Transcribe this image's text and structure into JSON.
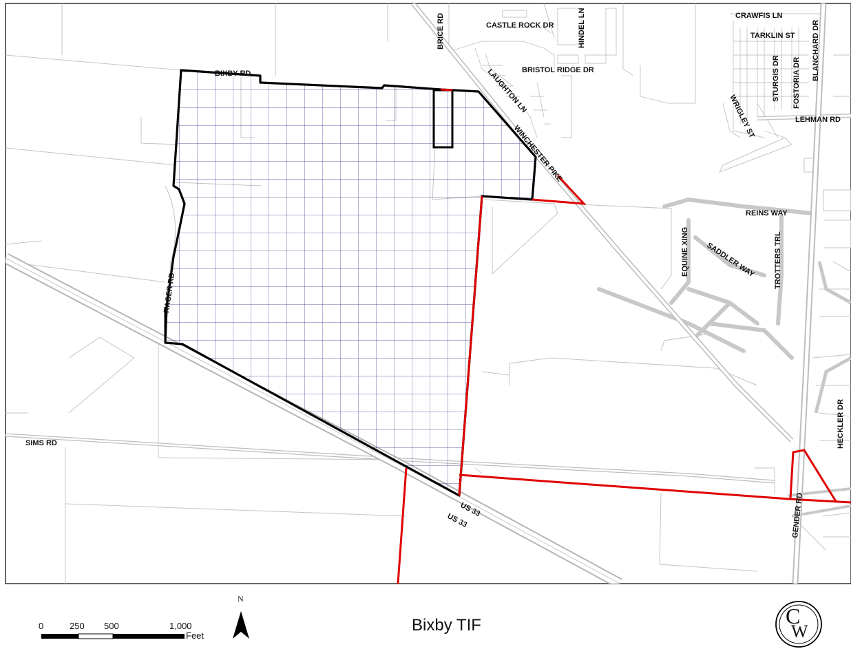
{
  "map": {
    "title": "Bixby TIF",
    "roads": {
      "crawfis": "CRAWFIS LN",
      "castle_rock": "CASTLE ROCK DR",
      "hindel": "HINDEL LN",
      "brice": "BRICE RD",
      "tarklin": "TARKLIN ST",
      "blanchard": "BLANCHARD DR",
      "bixby": "BIXBY RD",
      "bristol_ridge": "BRISTOL RIDGE DR",
      "sturgis": "STURGIS DR",
      "fostoria": "FOSTORIA DR",
      "laughton": "LAUGHTON LN",
      "wrigley": "WRIGLEY ST",
      "lehman": "LEHMAN RD",
      "winchester": "WINCHESTER PIKE",
      "reins": "REINS WAY",
      "equine": "EQUINE XING",
      "saddler": "SADDLER WAY",
      "trotters": "TROTTERS TRL",
      "rager": "RAGER RD",
      "heckler": "HECKLER DR",
      "sims": "SIMS RD",
      "gender": "GENDER RD",
      "us33_a": "US 33",
      "us33_b": "US 33"
    },
    "scale_bar": {
      "ticks": [
        "0",
        "250",
        "500",
        "1,000"
      ],
      "unit": "Feet"
    },
    "north_arrow": {
      "label": "N"
    },
    "logo": {
      "letter_top": "C",
      "letter_bottom": "W"
    },
    "colors": {
      "boundary": "#000000",
      "red_line": "#e00000",
      "grid": "#2b2b8a",
      "road": "#c8c8c8",
      "parcel": "#bdbdbd"
    }
  }
}
